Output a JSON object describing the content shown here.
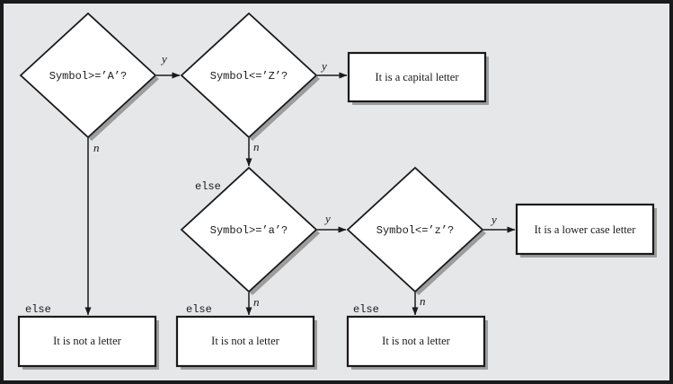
{
  "diagram": {
    "type": "flowchart",
    "decisions": [
      {
        "id": "symbol-ge-capital-a",
        "label": "Symbol>=’A’?"
      },
      {
        "id": "symbol-le-capital-z",
        "label": "Symbol<=’Z’?"
      },
      {
        "id": "symbol-ge-lower-a",
        "label": "Symbol>=’a’?"
      },
      {
        "id": "symbol-le-lower-z",
        "label": "Symbol<=’z’?"
      }
    ],
    "outcomes": [
      {
        "id": "capital-letter",
        "label": "It is a capital letter"
      },
      {
        "id": "lower-case-letter",
        "label": "It is a lower case letter"
      },
      {
        "id": "not-a-letter-left",
        "label": "It is not a letter"
      },
      {
        "id": "not-a-letter-middle",
        "label": "It is not a letter"
      },
      {
        "id": "not-a-letter-right",
        "label": "It is not a letter"
      }
    ],
    "edge_labels": {
      "yes": "y",
      "no": "n",
      "else_branch": "else"
    }
  },
  "colors": {
    "background": "#e6e7e9",
    "frame_border": "#1a1a1a",
    "node_fill": "#ffffff",
    "node_stroke": "#1a1a1a",
    "edge": "#1a1a1a",
    "shadow": "#9d9d9d"
  }
}
